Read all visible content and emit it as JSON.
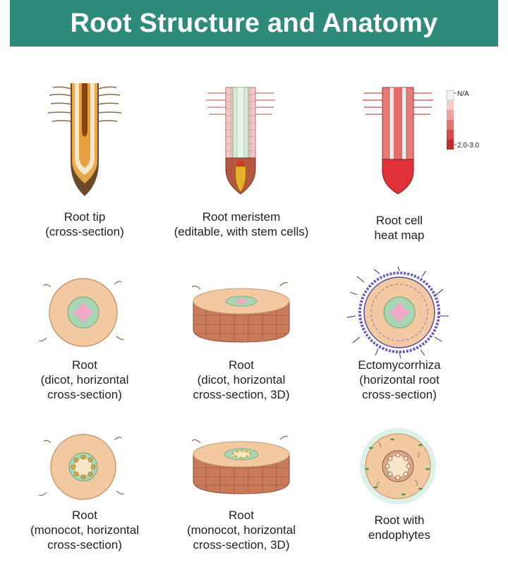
{
  "title": "Root Structure and Anatomy",
  "legend": {
    "top_label": "N/A",
    "bottom_label": "2.0-3.0"
  },
  "items": [
    {
      "lines": [
        "Root tip",
        "(cross-section)"
      ]
    },
    {
      "lines": [
        "Root meristem",
        "(editable, with stem cells)"
      ]
    },
    {
      "lines": [
        "Root cell",
        "heat map"
      ]
    },
    {
      "lines": [
        "Root",
        "(dicot, horizontal",
        "cross-section)"
      ]
    },
    {
      "lines": [
        "Root",
        "(dicot, horizontal",
        "cross-section, 3D)"
      ]
    },
    {
      "lines": [
        "Ectomycorrhiza",
        "(horizontal root",
        "cross-section)"
      ]
    },
    {
      "lines": [
        "Root",
        "(monocot, horizontal",
        "cross-section)"
      ]
    },
    {
      "lines": [
        "Root",
        "(monocot, horizontal",
        "cross-section, 3D)"
      ]
    },
    {
      "lines": [
        "Root with",
        "endophytes"
      ]
    }
  ]
}
